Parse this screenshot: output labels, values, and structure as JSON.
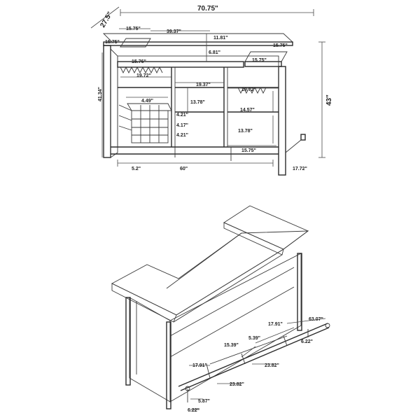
{
  "top_view_labels": {
    "overall_width": "70.75\"",
    "overall_depth": "27.5\"",
    "overall_height": "43\"",
    "height_left": "41.34\"",
    "bottom_width": "60\"",
    "foot_offset": "5.2\"",
    "right_depth": "17.72\"",
    "l1": "15.75\"",
    "l2": "15.75\"",
    "l3": "39.37\"",
    "l4": "11.81\"",
    "l5": "6.81\"",
    "l6": "15.75\"",
    "l7": "15.75\"",
    "l8": "15.76\"",
    "l9": "19.72\"",
    "l10": "19.37\"",
    "l11": "19.72\"",
    "l12": "4.49\"",
    "l13": "13.78\"",
    "l14": "14.57\"",
    "l15": "4.21\"",
    "l16": "4.17\"",
    "l17": "4.21\"",
    "l18": "13.78\"",
    "l19": "15.75\""
  },
  "perspective_labels": {
    "a": "17.91\"",
    "b": "63.07\"",
    "c": "5.39\"",
    "d": "6.22\"",
    "e": "15.39\"",
    "f": "17.91\"",
    "g": "23.82\"",
    "h": "23.82\"",
    "i": "6.22\"",
    "j": "5.87\""
  }
}
